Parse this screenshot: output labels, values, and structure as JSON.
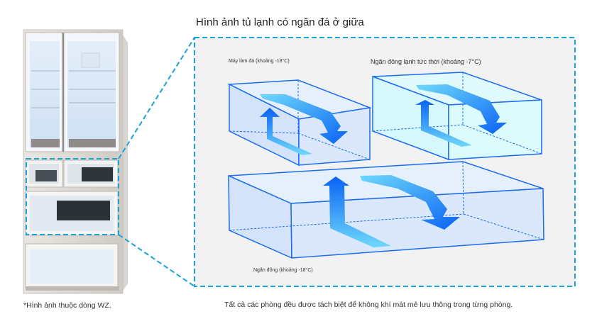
{
  "title": "Hình ảnh tủ lạnh có ngăn đá ở giữa",
  "fridge_caption": "*Hình ảnh thuộc dòng WZ.",
  "bottom_caption": "Tất cả các phòng đều được tách biệt để không khí mát mẻ lưu thông trong từng phòng.",
  "compartments": [
    {
      "name": "ice-maker",
      "label": "Máy làm đá (khoảng -18°C)"
    },
    {
      "name": "instant-freezer",
      "label": "Ngăn đông lạnh tức thời (khoảng -7°C)"
    },
    {
      "name": "freezer",
      "label": "Ngăn đông (khoảng -18°C)"
    }
  ],
  "colors": {
    "highlight_dash": "#1aa3d6",
    "box_stroke": "#1a6cf0",
    "box_fill_blue": "#dbe8fb",
    "box_fill_cyan": "#dcfbfd",
    "panel_bg": "#f2f2f2",
    "arrow_dark": "#0a63f5",
    "arrow_light": "#6fd8fb"
  }
}
